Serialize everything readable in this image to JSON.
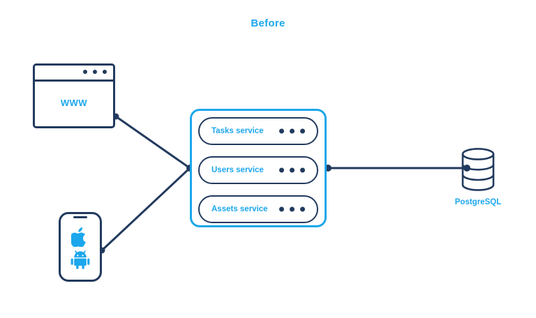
{
  "diagram": {
    "title": "Before",
    "colors": {
      "accent_blue": "#1CA7EC",
      "dark_navy": "#223A5E",
      "background": "#FFFFFF"
    }
  },
  "web_client": {
    "label": "WWW",
    "titlebar_dots": 3
  },
  "mobile_client": {
    "platform_icons": [
      "apple-icon",
      "android-icon"
    ]
  },
  "services": {
    "items": [
      {
        "label": "Tasks service",
        "dots": 3
      },
      {
        "label": "Users service",
        "dots": 3
      },
      {
        "label": "Assets service",
        "dots": 3
      }
    ]
  },
  "database": {
    "label": "PostgreSQL",
    "icon": "database-cylinder-icon"
  },
  "connections": [
    {
      "from": "web-client",
      "to": "services-cluster"
    },
    {
      "from": "mobile-client",
      "to": "services-cluster"
    },
    {
      "from": "services-cluster",
      "to": "database"
    }
  ]
}
